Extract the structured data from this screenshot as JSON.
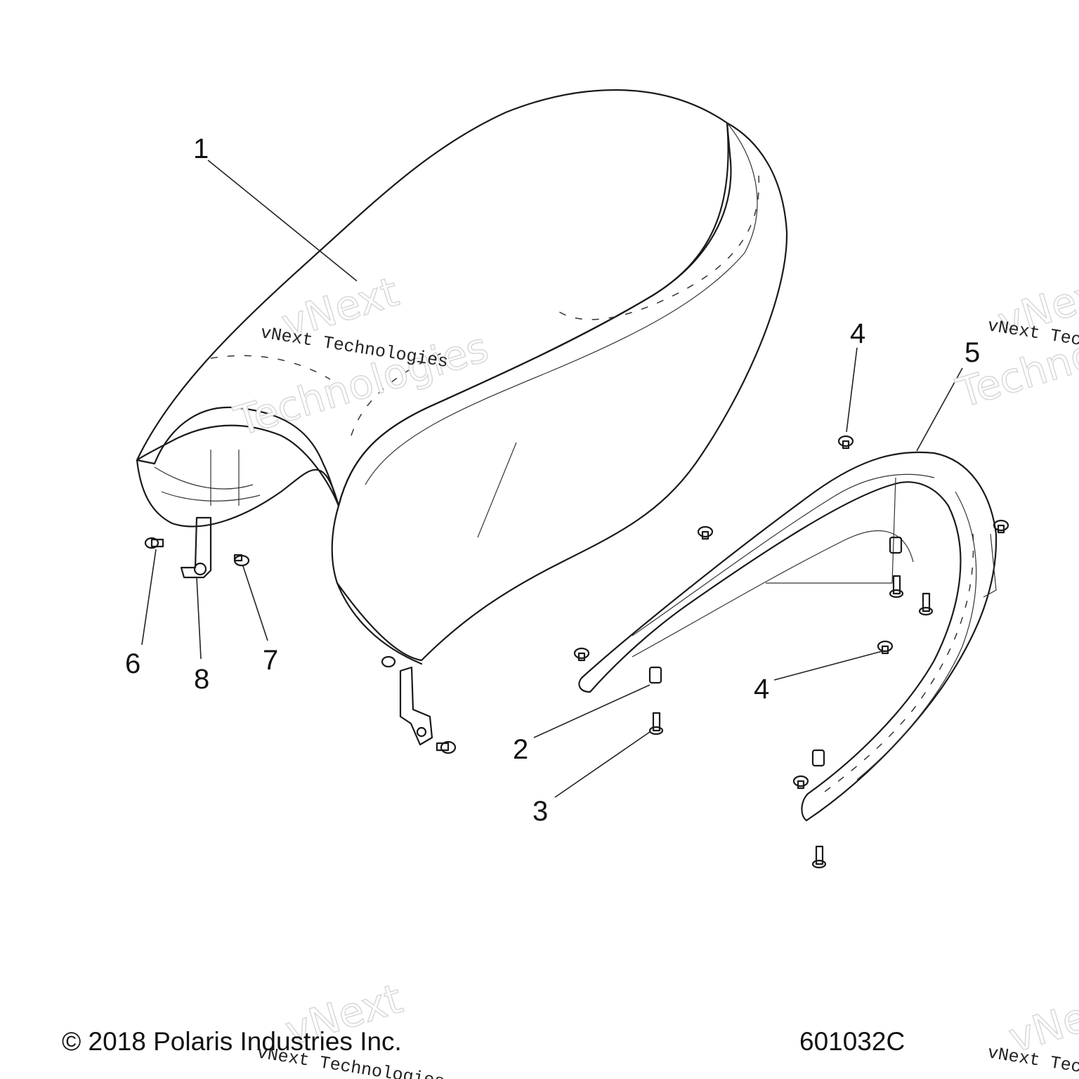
{
  "callouts": {
    "c1": "1",
    "c2": "2",
    "c3": "3",
    "c4a": "4",
    "c4b": "4",
    "c5": "5",
    "c6": "6",
    "c7": "7",
    "c8": "8"
  },
  "footer": {
    "copyright": "© 2018 Polaris Industries Inc.",
    "drawing_number": "601032C"
  },
  "watermark": {
    "line": "vNext Technologies",
    "word1": "vNext",
    "word2": "Technologies"
  },
  "colors": {
    "seat_fill": "#ebebeb",
    "seat_side": "#e6e6e6",
    "seat_interior": "#f3f3f3",
    "line": "#1a1a1a"
  }
}
